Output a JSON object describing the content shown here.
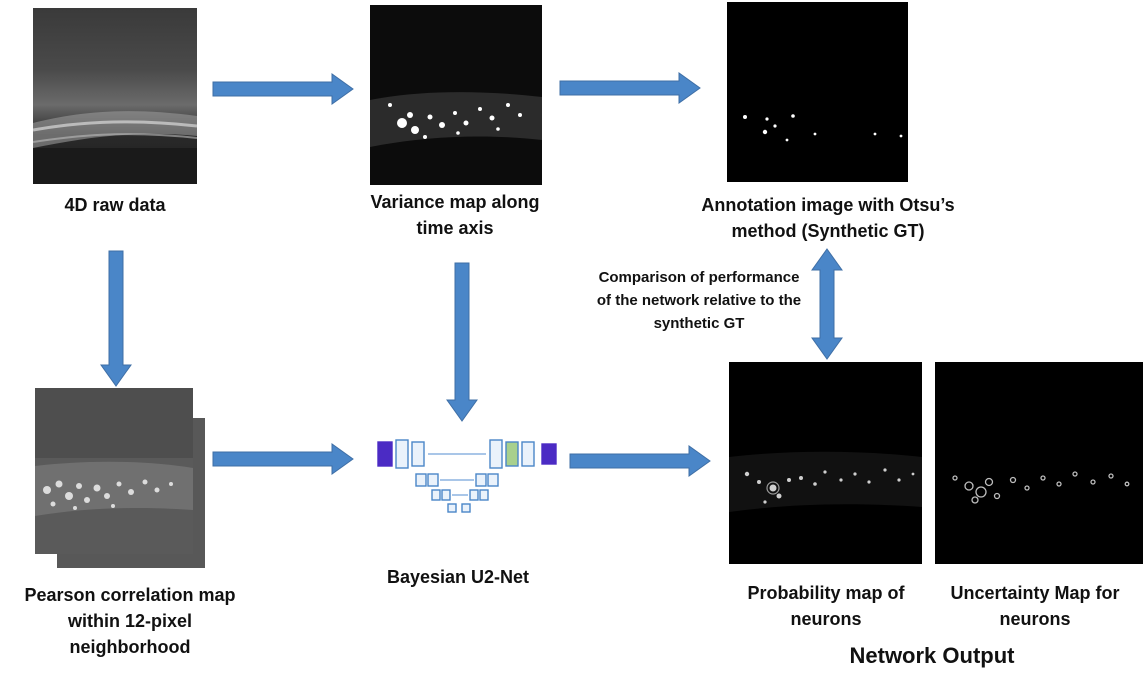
{
  "colors": {
    "arrow_fill": "#4A86C8",
    "arrow_stroke": "#3F6FA6",
    "panel_bg": "#000000"
  },
  "nodes": {
    "raw": {
      "lines": [
        "4D raw data"
      ]
    },
    "variance": {
      "lines": [
        "Variance map along",
        "time axis"
      ]
    },
    "annotation": {
      "lines": [
        "Annotation image with Otsu’s",
        "method (Synthetic GT)"
      ]
    },
    "pearson": {
      "lines": [
        "Pearson correlation map",
        "within 12-pixel",
        "neighborhood"
      ]
    },
    "bayesian": {
      "lines": [
        "Bayesian U2-Net"
      ]
    },
    "probability": {
      "lines": [
        "Probability map of",
        "neurons"
      ]
    },
    "uncertainty": {
      "lines": [
        "Uncertainty Map for",
        "neurons"
      ]
    }
  },
  "comparison": {
    "lines": [
      "Comparison  of performance",
      "of the network relative to the",
      "synthetic GT"
    ]
  },
  "network_output": "Network Output",
  "icons": {
    "raw": "fluorescence-microscopy-image",
    "variance": "variance-heatmap-image",
    "annotation": "binary-mask-image",
    "pearson": "correlation-map-stack",
    "unet": "u-net-architecture-icon",
    "probability": "probability-map-image",
    "uncertainty": "uncertainty-map-image"
  }
}
